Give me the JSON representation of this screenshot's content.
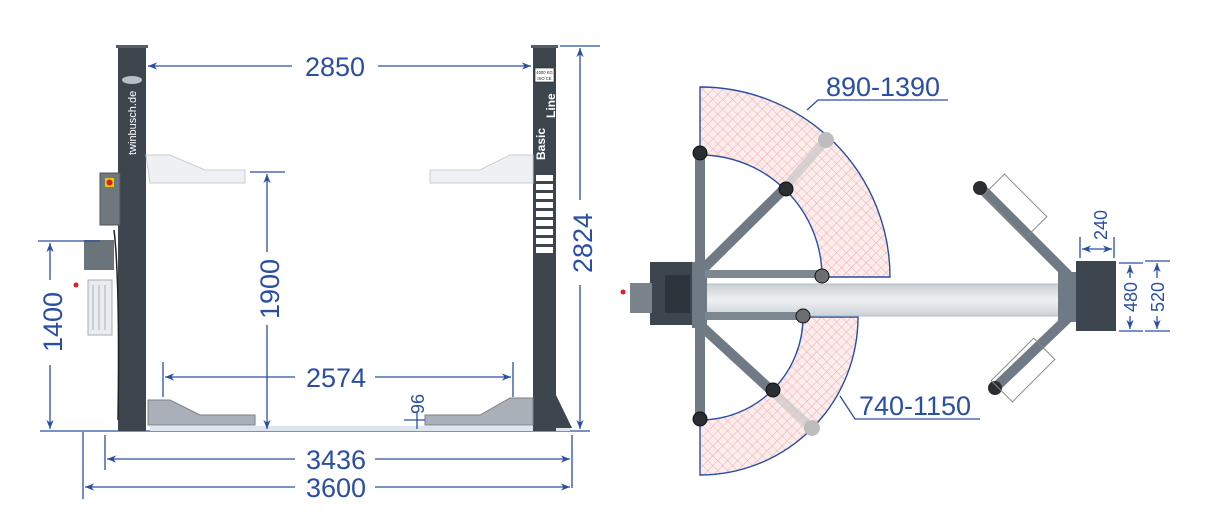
{
  "colors": {
    "dimension_blue": "#2a4ea3",
    "post_gray": "#3d454e",
    "zone_hatch": "#f08a8a",
    "zone_fill": "#fde8e8"
  },
  "front_view": {
    "left_post_label": "twinbusch.de",
    "right_post_label_1": "Basic",
    "right_post_label_2": "Line",
    "capacity_plate_1": "4000 KG",
    "capacity_plate_2": "ISO CE",
    "dimensions": {
      "post_inner_distance": "2850",
      "total_height": "2824",
      "lift_height": "1900",
      "control_box_height": "1400",
      "drive_through_width": "2574",
      "min_pad_height": "96",
      "base_width": "3436",
      "overall_width": "3600"
    }
  },
  "top_view": {
    "dimensions": {
      "long_arm_range": "890-1390",
      "short_arm_range": "740-1150",
      "base_plate_depth": "240",
      "base_plate_inner": "480",
      "base_plate_outer": "520"
    }
  }
}
